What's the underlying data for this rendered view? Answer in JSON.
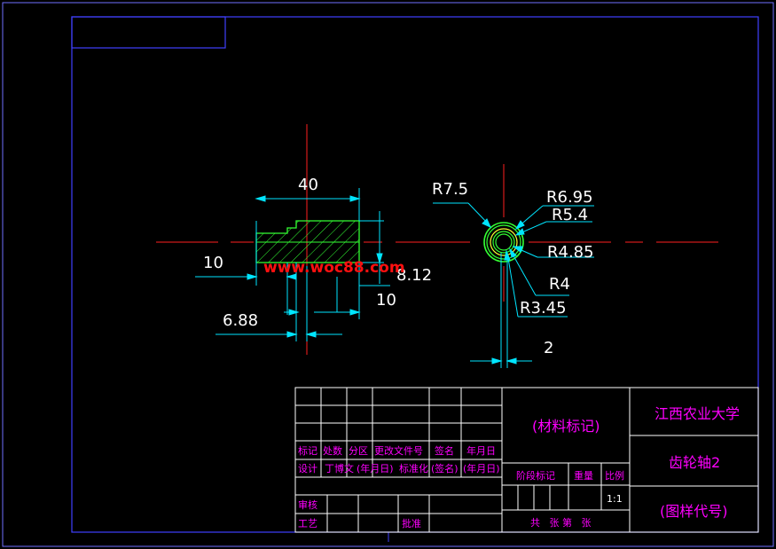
{
  "watermark": "www.woc88.com",
  "shaft_view": {
    "dims": {
      "overall_length": "40",
      "left_length": "10",
      "offset": "6.88",
      "right_length": "10",
      "height": "8.12"
    }
  },
  "section_view": {
    "radii": {
      "r1": "R7.5",
      "r2": "R6.95",
      "r3": "R5.4",
      "r4": "R4.85",
      "r5": "R4",
      "r6": "R3.45"
    },
    "bottom_dim": "2"
  },
  "title_block": {
    "headers": {
      "mark": "标记",
      "count": "处数",
      "zone": "分区",
      "change_doc": "更改文件号",
      "sign": "签名",
      "date": "年月日"
    },
    "design_row": {
      "design": "设计",
      "designer": "丁博文",
      "date1": "(年月日)",
      "standardize": "标准化",
      "sign": "(签名)",
      "date2": "(年月日)"
    },
    "review": "审核",
    "process": "工艺",
    "approve": "批准",
    "material": "(材料标记)",
    "stage_mark": "阶段标记",
    "weight": "重量",
    "scale_label": "比例",
    "scale_value": "1:1",
    "sheets": "共   张 第   张",
    "university": "江西农业大学",
    "part_name": "齿轮轴2",
    "drawing_code": "(图样代号)"
  }
}
